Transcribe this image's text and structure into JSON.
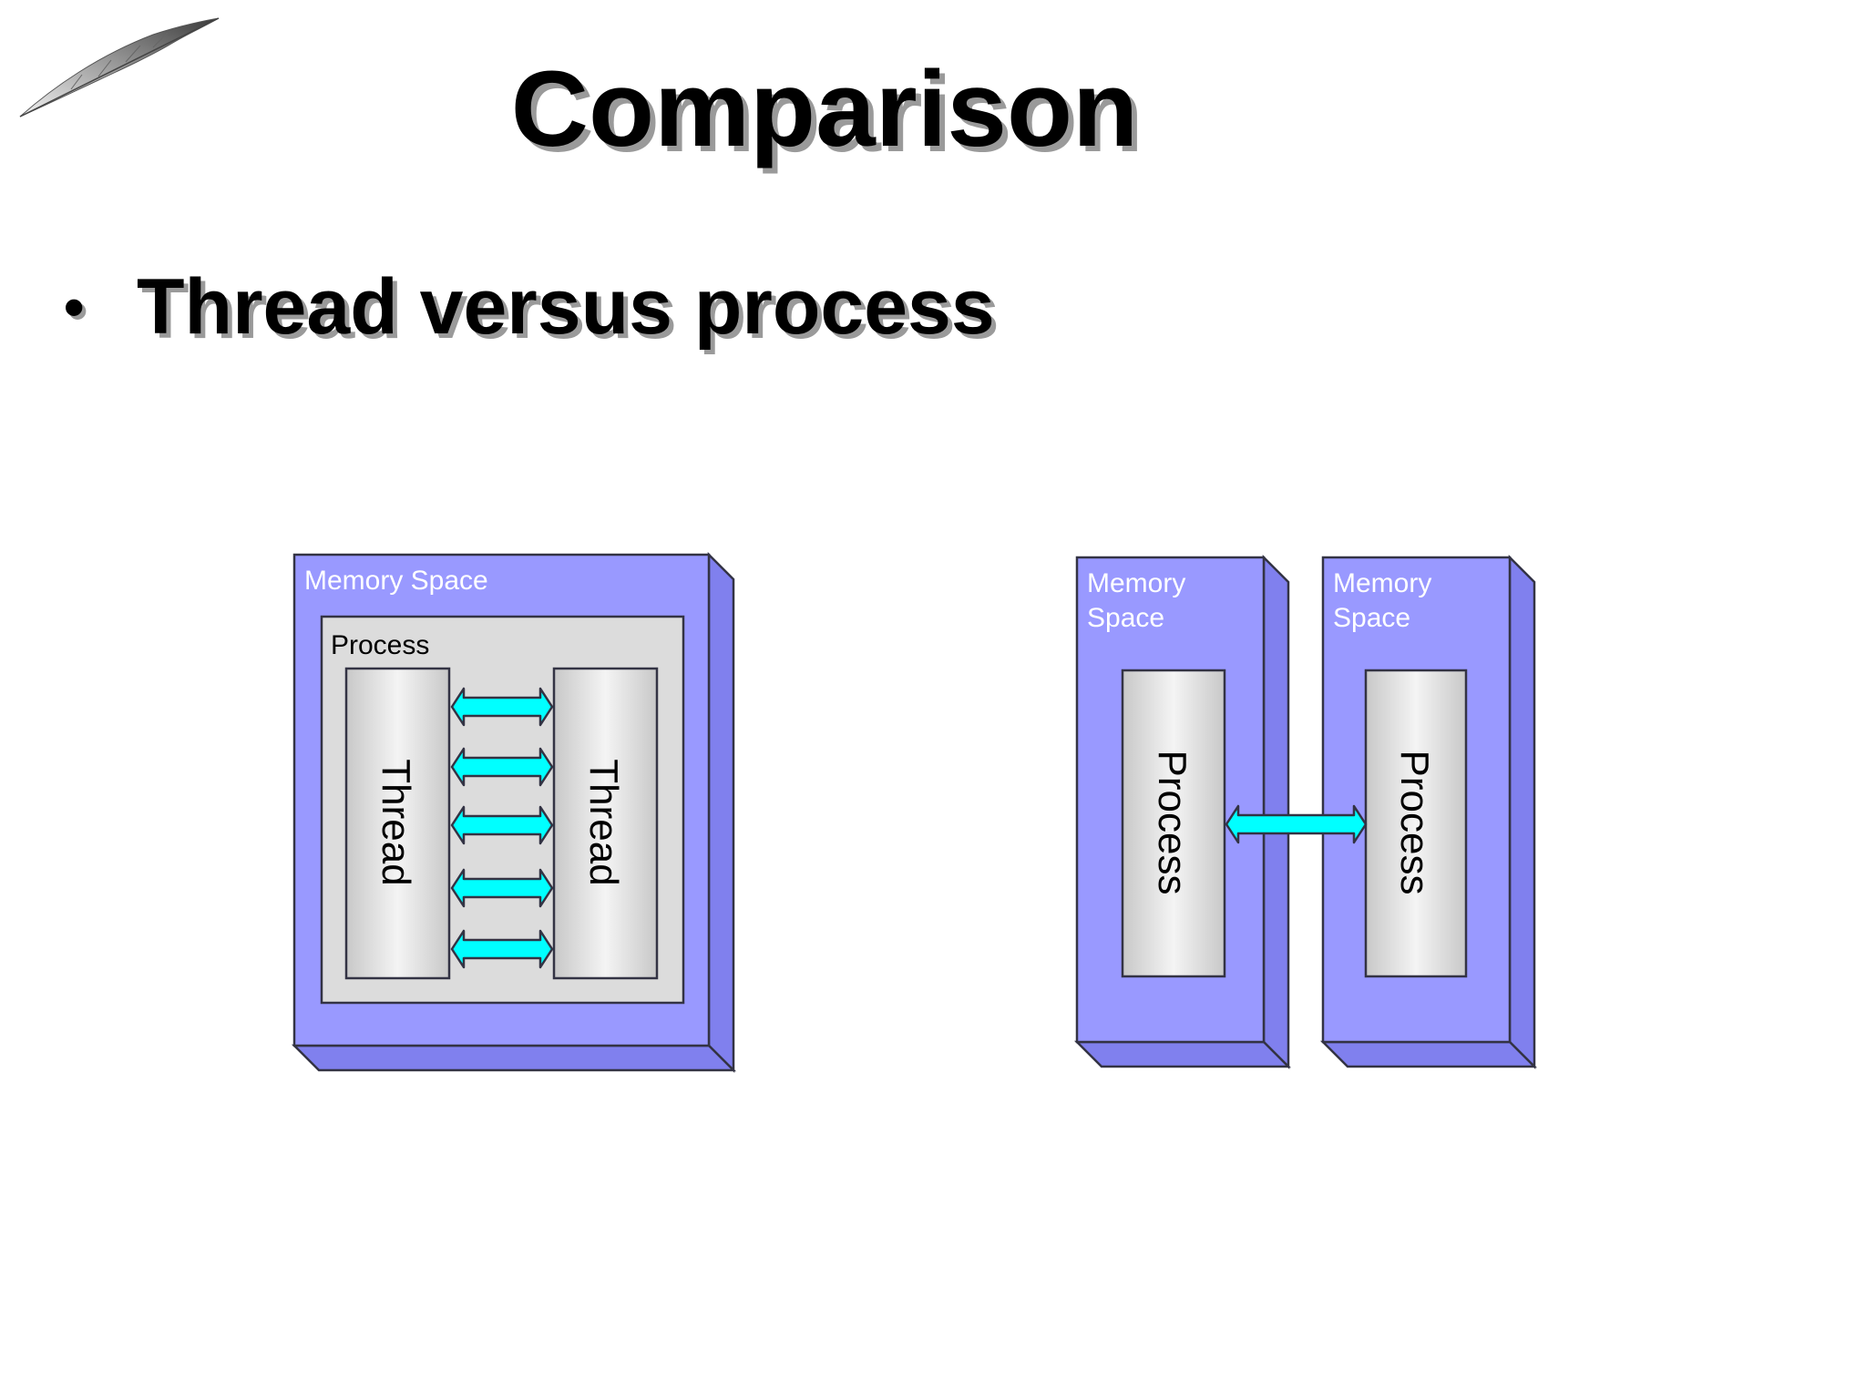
{
  "slide": {
    "title": "Comparison",
    "bullet": "Thread versus process"
  },
  "diagram_left": {
    "memory_label": "Memory Space",
    "process_label": "Process",
    "thread_labels": [
      "Thread",
      "Thread"
    ],
    "arrow_count": 5
  },
  "diagram_right": {
    "memory_labels": [
      {
        "line1": "Memory",
        "line2": "Space"
      },
      {
        "line1": "Memory",
        "line2": "Space"
      }
    ],
    "process_labels": [
      "Process",
      "Process"
    ],
    "arrow_count": 1
  },
  "colors": {
    "memory_fill": "#9999ff",
    "memory_side": "#8080ee",
    "memory_text": "#ffffff",
    "process_fill": "#dcdcdc",
    "thread_fill": "#d0d0d0",
    "arrow_fill": "#00ffff",
    "outline": "#333344"
  },
  "icons": {
    "logo": "feather-icon"
  }
}
